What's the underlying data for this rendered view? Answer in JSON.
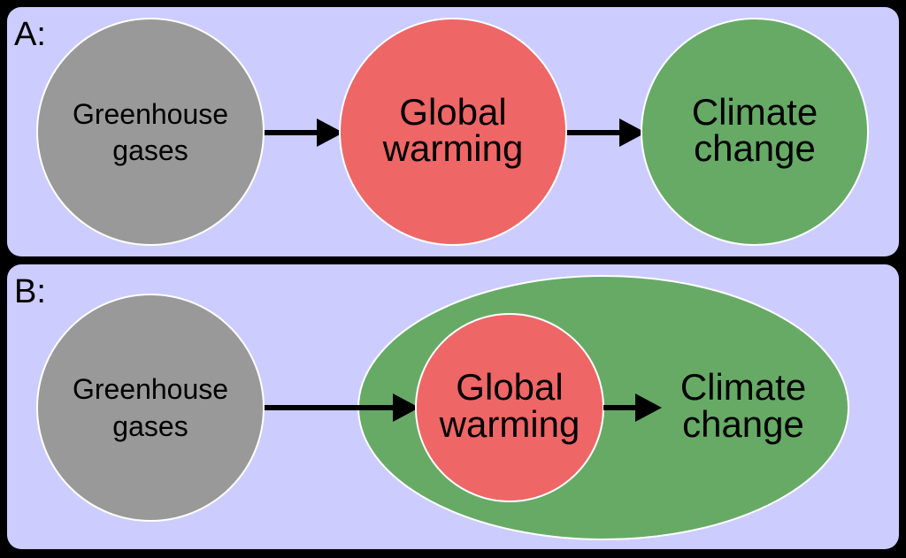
{
  "colors": {
    "background": "#000000",
    "panel": "#ccccff",
    "gray_node": "#999999",
    "red_node": "#ee6666",
    "green_node": "#66aa66",
    "arrow": "#000000"
  },
  "panels": [
    {
      "label": "A:",
      "nodes": [
        {
          "line1": "Greenhouse",
          "line2": "gases"
        },
        {
          "line1": "Global",
          "line2": "warming"
        },
        {
          "line1": "Climate",
          "line2": "change"
        }
      ]
    },
    {
      "label": "B:",
      "nodes": [
        {
          "line1": "Greenhouse",
          "line2": "gases"
        },
        {
          "line1": "Global",
          "line2": "warming"
        },
        {
          "line1": "Climate",
          "line2": "change"
        }
      ]
    }
  ]
}
